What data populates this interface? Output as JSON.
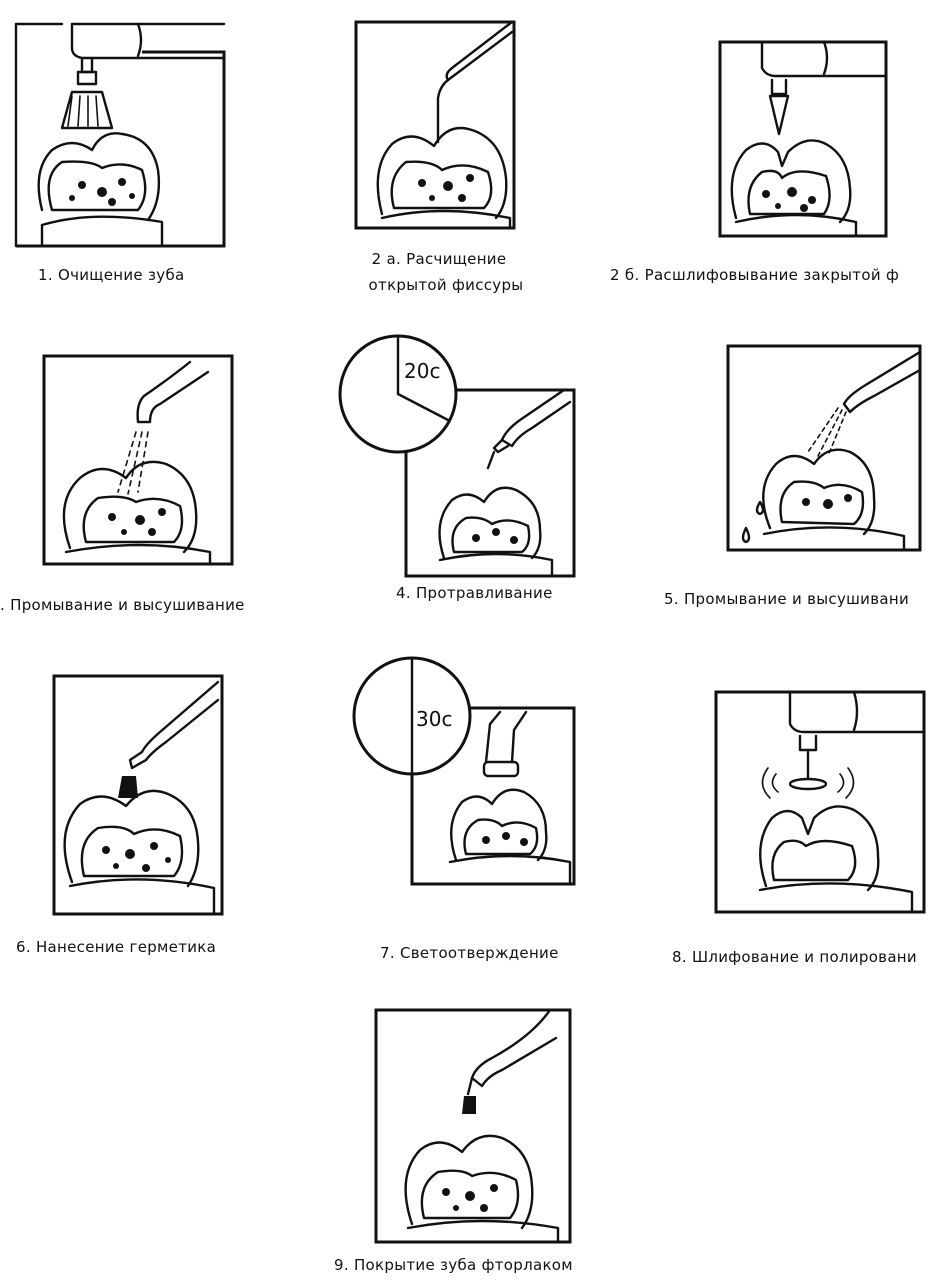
{
  "steps": [
    {
      "id": "1",
      "caption": "1. Очищение зуба",
      "tool": "brush"
    },
    {
      "id": "2a",
      "caption_line1": "2 а. Расчищение",
      "caption_line2": "открытой фиссуры",
      "tool": "probe"
    },
    {
      "id": "2b",
      "caption": "2 б. Расшлифовывание закрытой ф",
      "tool": "bur"
    },
    {
      "id": "3",
      "caption": ". Промывание и высушивание",
      "tool": "water"
    },
    {
      "id": "4",
      "caption": "4. Протравливание",
      "tool": "etch",
      "timer": "20с"
    },
    {
      "id": "5",
      "caption": "5. Промывание и высушивани",
      "tool": "water-drip"
    },
    {
      "id": "6",
      "caption": "6. Нанесение герметика",
      "tool": "sealant"
    },
    {
      "id": "7",
      "caption": "7. Светоотверждение",
      "tool": "light",
      "timer": "30с"
    },
    {
      "id": "8",
      "caption": "8. Шлифование и полировани",
      "tool": "polish"
    },
    {
      "id": "9",
      "caption": "9. Покрытие зуба фторлаком",
      "tool": "varnish"
    }
  ],
  "colors": {
    "ink": "#111111",
    "background": "#ffffff"
  }
}
